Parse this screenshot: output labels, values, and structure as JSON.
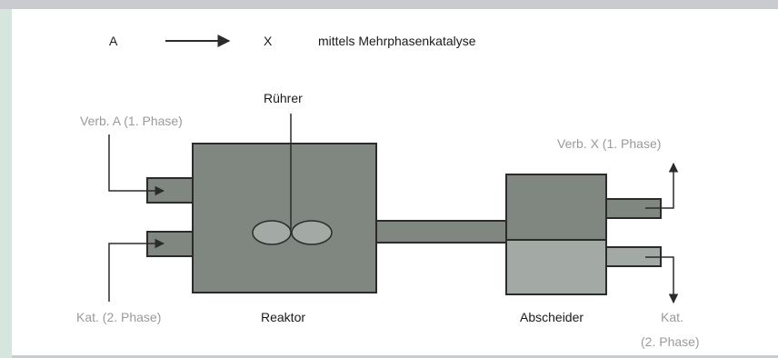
{
  "reaction": {
    "reactant": "A",
    "product": "X",
    "method": "mittels Mehrphasenkatalyse"
  },
  "labels": {
    "stirrer": "Rührer",
    "inlet_top": "Verb. A (1. Phase)",
    "inlet_bottom": "Kat. (2. Phase)",
    "reactor": "Reaktor",
    "separator": "Abscheider",
    "outlet_top": "Verb. X (1. Phase)",
    "outlet_bottom_line1": "Kat.",
    "outlet_bottom_line2": "(2. Phase)"
  },
  "colors": {
    "reactor_fill": "#7f8780",
    "separator_upper_fill": "#7f8780",
    "separator_lower_fill": "#a3a9a4",
    "outline": "#2b2b2b",
    "gray_text": "#9a9a9a"
  }
}
